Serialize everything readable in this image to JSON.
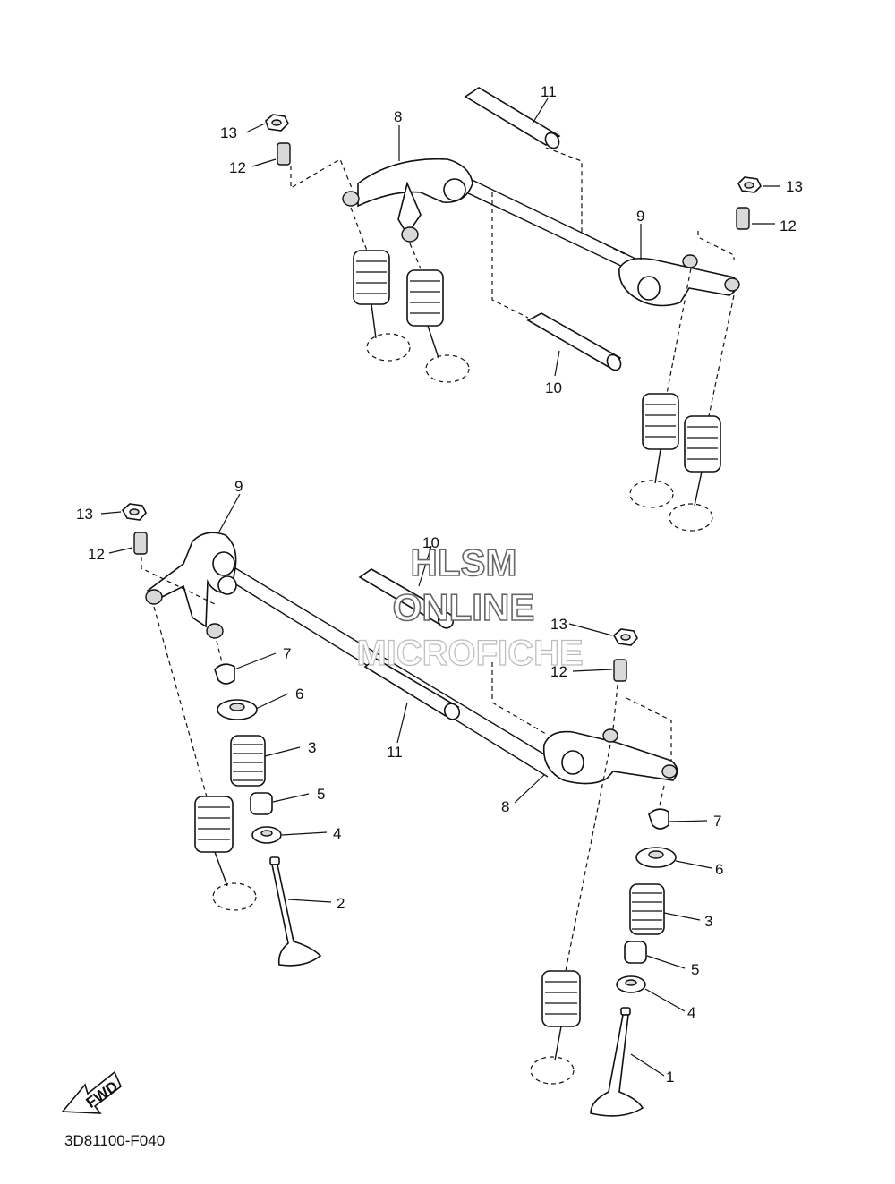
{
  "diagram": {
    "drawing_code": "3D81100-F040",
    "fwd_arrow_text": "FWD",
    "watermark": {
      "line1": "HLSM",
      "line2": "ONLINE",
      "line3": "MICROFICHE"
    },
    "callouts": [
      {
        "id": "c-top-13",
        "label": "13"
      },
      {
        "id": "c-top-12",
        "label": "12"
      },
      {
        "id": "c-top-8",
        "label": "8"
      },
      {
        "id": "c-top-11",
        "label": "11"
      },
      {
        "id": "c-top-9",
        "label": "9"
      },
      {
        "id": "c-top-13b",
        "label": "13"
      },
      {
        "id": "c-top-12b",
        "label": "12"
      },
      {
        "id": "c-top-10",
        "label": "10"
      },
      {
        "id": "c-l-9",
        "label": "9"
      },
      {
        "id": "c-l-13",
        "label": "13"
      },
      {
        "id": "c-l-12",
        "label": "12"
      },
      {
        "id": "c-l-7",
        "label": "7"
      },
      {
        "id": "c-l-6",
        "label": "6"
      },
      {
        "id": "c-l-3",
        "label": "3"
      },
      {
        "id": "c-l-5",
        "label": "5"
      },
      {
        "id": "c-l-4",
        "label": "4"
      },
      {
        "id": "c-l-2",
        "label": "2"
      },
      {
        "id": "c-m-10",
        "label": "10"
      },
      {
        "id": "c-m-11",
        "label": "11"
      },
      {
        "id": "c-r-13",
        "label": "13"
      },
      {
        "id": "c-r-12",
        "label": "12"
      },
      {
        "id": "c-r-8",
        "label": "8"
      },
      {
        "id": "c-r-7",
        "label": "7"
      },
      {
        "id": "c-r-6",
        "label": "6"
      },
      {
        "id": "c-r-3",
        "label": "3"
      },
      {
        "id": "c-r-5",
        "label": "5"
      },
      {
        "id": "c-r-4",
        "label": "4"
      },
      {
        "id": "c-r-1",
        "label": "1"
      }
    ]
  }
}
